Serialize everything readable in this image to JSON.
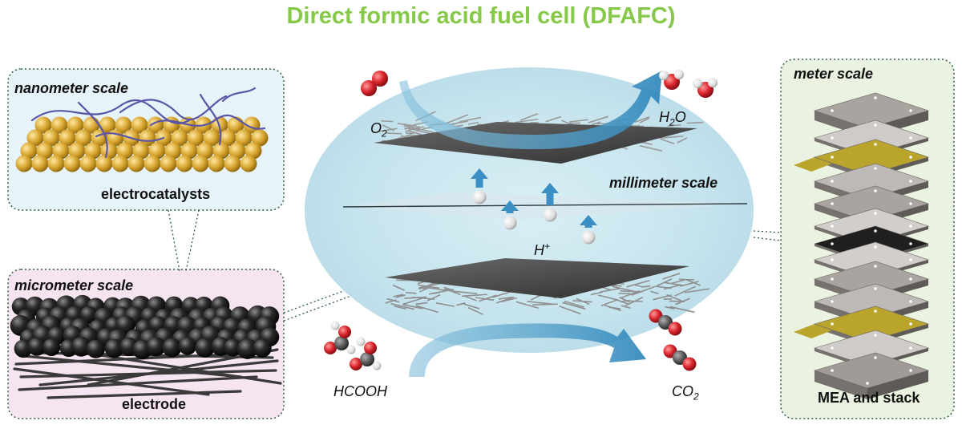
{
  "title": "Direct formic acid fuel cell (DFAFC)",
  "colors": {
    "title": "#86c94a",
    "flow_arrow": "#3c8fbd",
    "proton_arrow": "#3b8fc4",
    "nano_panel": "#e6f3f8",
    "micro_panel": "#f6e4f0",
    "meter_panel": "#eaf3e1",
    "membrane_glow": "#c9e6ef",
    "catalyst_gold": "#d4a12a",
    "nanowire": "#5a55a6",
    "carbon_black": "#1e1e1e",
    "oxygen_red": "#d8232a",
    "carbon_gray": "#555555",
    "plate_gray": "#a8a4a0",
    "plate_gold": "#b9a52c"
  },
  "labels": {
    "nanometer_scale": "nanometer scale",
    "electrocatalysts": "electrocatalysts",
    "micrometer_scale": "micrometer scale",
    "electrode": "electrode",
    "millimeter_scale": "millimeter scale",
    "meter_scale": "meter scale",
    "mea_and_stack": "MEA and stack"
  },
  "chemicals": {
    "o2": {
      "main": "O",
      "sub": "2"
    },
    "h2o": {
      "pre": "H",
      "sub": "2",
      "post": "O"
    },
    "hplus": {
      "main": "H",
      "sup": "+"
    },
    "hcooh": {
      "main": "HCOOH"
    },
    "co2": {
      "main": "CO",
      "sub": "2"
    }
  }
}
